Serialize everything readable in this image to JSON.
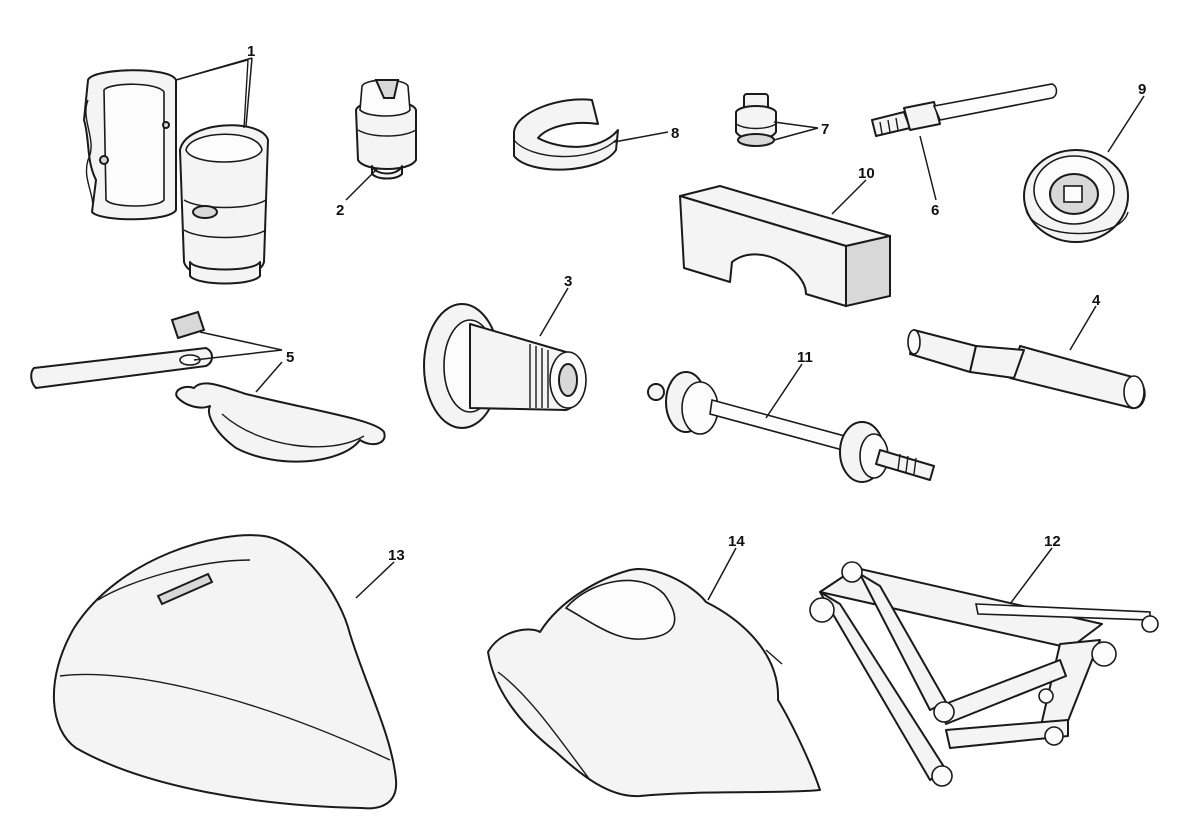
{
  "diagram": {
    "background": "#ffffff",
    "line_color": "#1a1a1a",
    "callouts": [
      {
        "id": "c1",
        "label": "1"
      },
      {
        "id": "c2",
        "label": "2"
      },
      {
        "id": "c3",
        "label": "3"
      },
      {
        "id": "c4",
        "label": "4"
      },
      {
        "id": "c5",
        "label": "5"
      },
      {
        "id": "c6",
        "label": "6"
      },
      {
        "id": "c7",
        "label": "7"
      },
      {
        "id": "c8",
        "label": "8"
      },
      {
        "id": "c9",
        "label": "9"
      },
      {
        "id": "c10",
        "label": "10"
      },
      {
        "id": "c11",
        "label": "11"
      },
      {
        "id": "c12",
        "label": "12"
      },
      {
        "id": "c13",
        "label": "13"
      },
      {
        "id": "c14",
        "label": "14"
      }
    ]
  }
}
